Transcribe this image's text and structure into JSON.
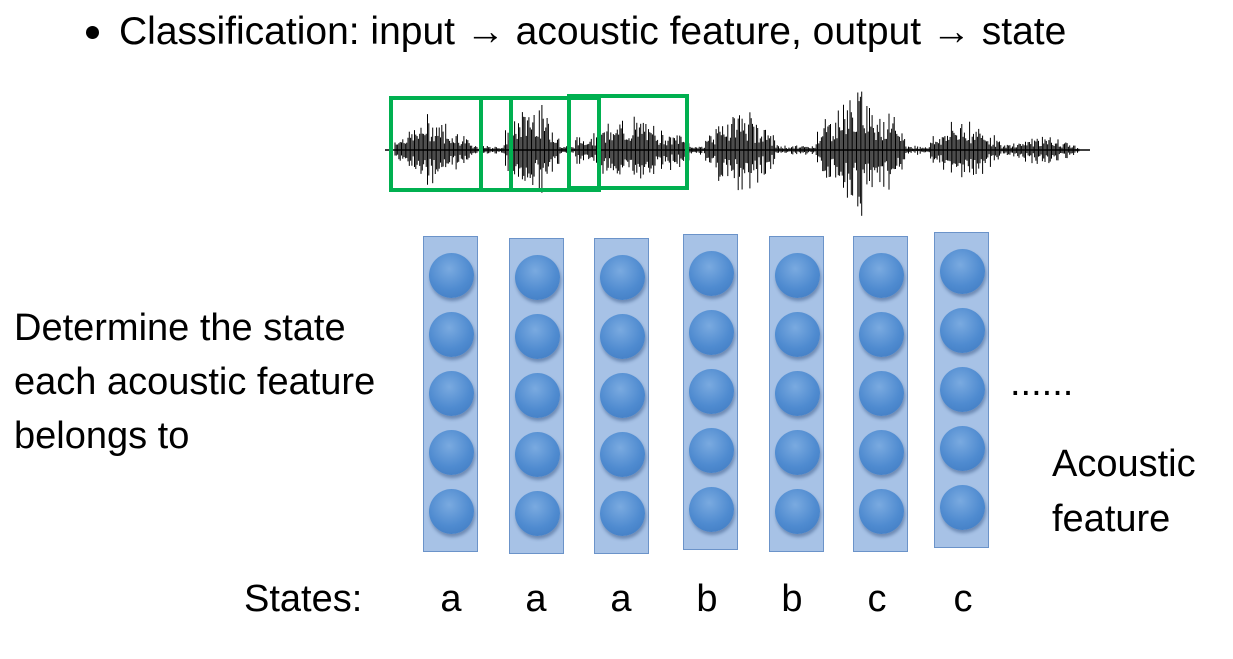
{
  "title": {
    "text": "Classification: input → acoustic feature, output → state"
  },
  "description": {
    "lines": [
      "Determine the state",
      "each acoustic feature",
      "belongs to"
    ]
  },
  "ellipsis": "......",
  "feature_label": {
    "lines": [
      "Acoustic",
      "feature"
    ]
  },
  "states_label": "States:",
  "states": [
    "a",
    "a",
    "a",
    "b",
    "b",
    "c",
    "c"
  ],
  "neurons_per_column": 5,
  "colors": {
    "frame_box": "#00b050",
    "column_fill": "#a7c2e6",
    "neuron": "#4f8bd0",
    "waveform": "#000000"
  },
  "icons": {
    "waveform": "audio-waveform-icon",
    "neuron": "neuron-circle-icon"
  }
}
